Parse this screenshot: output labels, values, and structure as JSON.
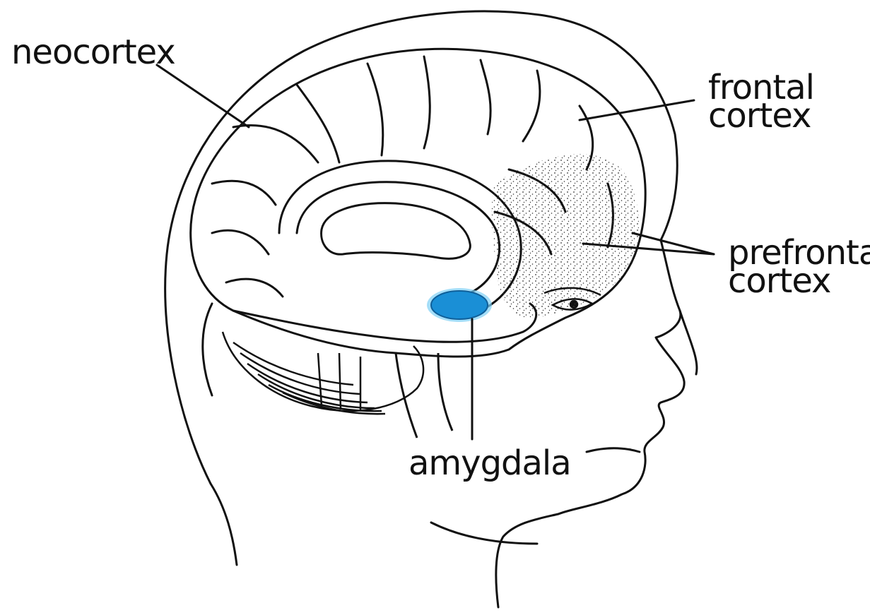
{
  "diagram": {
    "labels": {
      "neocortex": "neocortex",
      "frontal_cortex_line1": "frontal",
      "frontal_cortex_line2": "cortex",
      "prefrontal_cortex_line1": "prefrontal",
      "prefrontal_cortex_line2": "cortex",
      "amygdala": "amygdala"
    },
    "colors": {
      "line": "#111111",
      "amygdala": "#1a8fd6",
      "amygdala_glow": "#7fd0f5",
      "background": "#ffffff"
    }
  }
}
